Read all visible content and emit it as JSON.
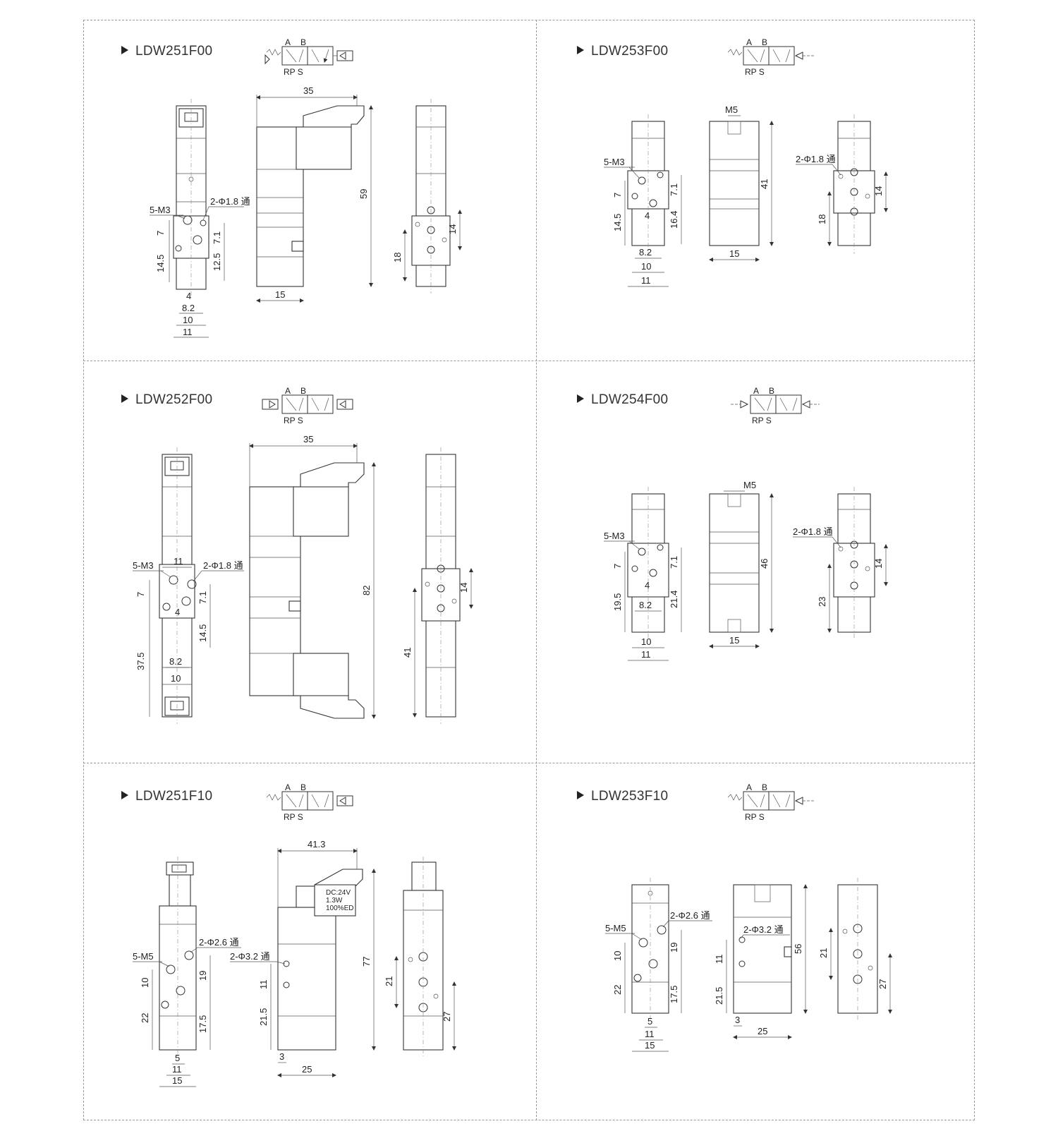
{
  "panels": [
    {
      "id": "p1",
      "title": "LDW251F00",
      "symbol": {
        "a": "A",
        "b": "B",
        "rps": "RP S"
      },
      "front": {
        "ports": "5-M3",
        "holes": "2-Φ1.8 通",
        "d7": "7",
        "d145": "14.5",
        "d71": "7.1",
        "d125": "12.5",
        "w4": "4",
        "w82": "8.2",
        "w10": "10",
        "w11": "11"
      },
      "side": {
        "w": "35",
        "h": "59",
        "base": "15"
      },
      "back": {
        "d14": "14",
        "d18": "18"
      }
    },
    {
      "id": "p2",
      "title": "LDW253F00",
      "symbol": {
        "a": "A",
        "b": "B",
        "rps": "RP S"
      },
      "front": {
        "ports": "5-M3",
        "d7": "7",
        "d145": "14.5",
        "d71": "7.1",
        "d164": "16.4",
        "w4": "4",
        "w82": "8.2",
        "w10": "10",
        "w11": "11"
      },
      "side": {
        "top": "M5",
        "h": "41",
        "base": "15"
      },
      "back": {
        "holes": "2-Φ1.8 通",
        "d14": "14",
        "d18": "18"
      }
    },
    {
      "id": "p3",
      "title": "LDW252F00",
      "symbol": {
        "a": "A",
        "b": "B",
        "rps": "RP S"
      },
      "front": {
        "ports": "5-M3",
        "holes": "2-Φ1.8 通",
        "w11": "11",
        "d7": "7",
        "d71": "7.1",
        "w4": "4",
        "d145": "14.5",
        "d375": "37.5",
        "w82": "8.2",
        "w10": "10"
      },
      "side": {
        "w": "35",
        "h": "82"
      },
      "back": {
        "d14": "14",
        "d41": "41"
      }
    },
    {
      "id": "p4",
      "title": "LDW254F00",
      "symbol": {
        "a": "A",
        "b": "B",
        "rps": "RP S"
      },
      "front": {
        "ports": "5-M3",
        "d7": "7",
        "d195": "19.5",
        "d71": "7.1",
        "d214": "21.4",
        "w4": "4",
        "w82": "8.2",
        "w10": "10",
        "w11": "11"
      },
      "side": {
        "top": "M5",
        "h": "46",
        "base": "15"
      },
      "back": {
        "holes": "2-Φ1.8 通",
        "d14": "14",
        "d23": "23"
      }
    },
    {
      "id": "p5",
      "title": "LDW251F10",
      "symbol": {
        "a": "A",
        "b": "B",
        "rps": "RP S"
      },
      "front": {
        "ports": "5-M5",
        "holes": "2-Φ2.6 通",
        "d10": "10",
        "d22": "22",
        "d19": "19",
        "d175": "17.5",
        "w5": "5",
        "w11": "11",
        "w15": "15"
      },
      "side": {
        "w": "41.3",
        "h": "77",
        "holes": "2-Φ3.2 通",
        "d11": "11",
        "d215": "21.5",
        "d3": "3",
        "base": "25",
        "coil1": "DC:24V",
        "coil2": "1.3W",
        "coil3": "100%ED"
      },
      "back": {
        "d21": "21",
        "d27": "27"
      }
    },
    {
      "id": "p6",
      "title": "LDW253F10",
      "symbol": {
        "a": "A",
        "b": "B",
        "rps": "RP S"
      },
      "front": {
        "ports": "5-M5",
        "holes": "2-Φ2.6 通",
        "d10": "10",
        "d22": "22",
        "d19": "19",
        "d175": "17.5",
        "w5": "5",
        "w11": "11",
        "w15": "15"
      },
      "side": {
        "holes": "2-Φ3.2 通",
        "h": "56",
        "d11": "11",
        "d215": "21.5",
        "d3": "3",
        "base": "25"
      },
      "back": {
        "d21": "21",
        "d27": "27"
      }
    }
  ]
}
